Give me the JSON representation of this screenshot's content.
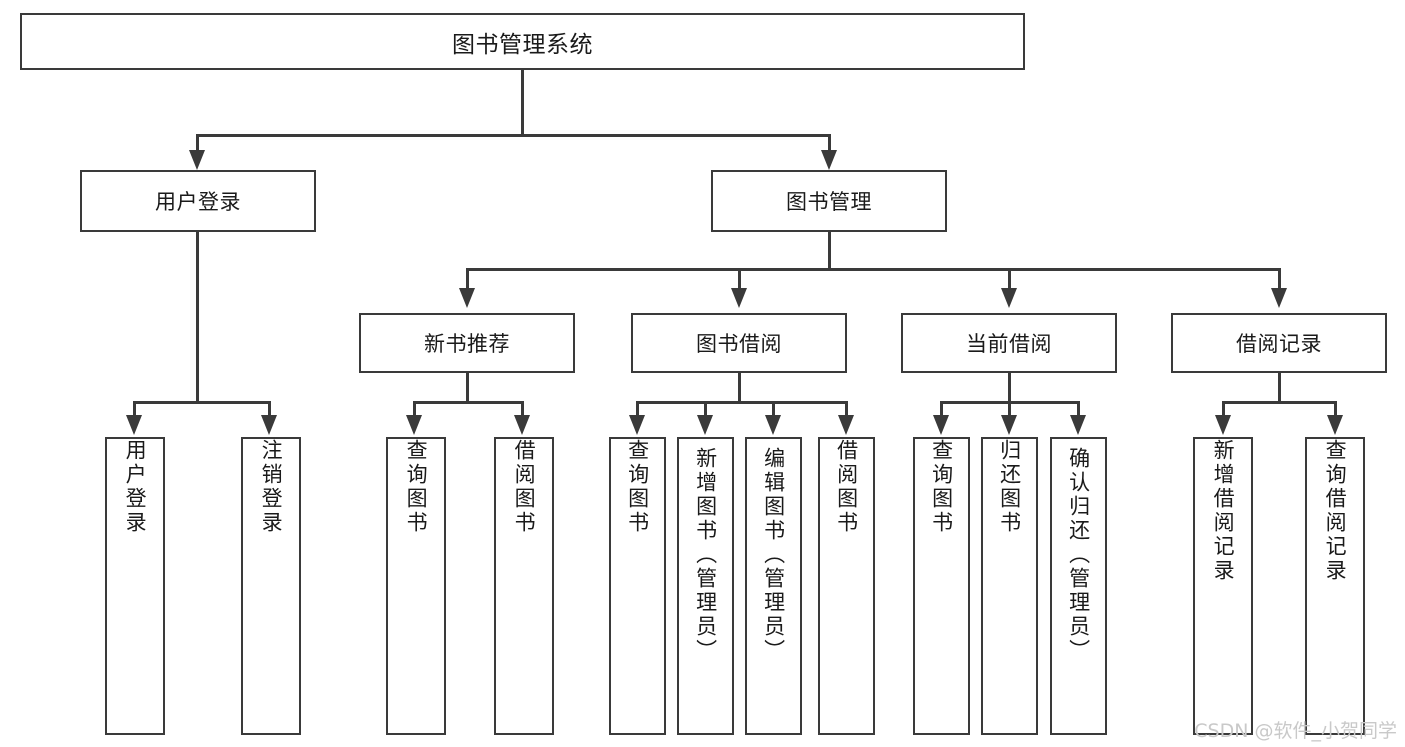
{
  "diagram": {
    "title": "图书管理系统",
    "watermark": "CSDN @软件_小贺同学",
    "root": {
      "label": "图书管理系统"
    },
    "level2": [
      {
        "label": "用户登录"
      },
      {
        "label": "图书管理"
      }
    ],
    "level3": [
      {
        "label": "新书推荐"
      },
      {
        "label": "图书借阅"
      },
      {
        "label": "当前借阅"
      },
      {
        "label": "借阅记录"
      }
    ],
    "leaves": {
      "user_login": [
        {
          "label": "用户登录"
        },
        {
          "label": "注销登录"
        }
      ],
      "new_book": [
        {
          "label": "查询图书"
        },
        {
          "label": "借阅图书"
        }
      ],
      "book_borrow": [
        {
          "label": "查询图书"
        },
        {
          "label": "新增图书（管理员）"
        },
        {
          "label": "编辑图书（管理员）"
        },
        {
          "label": "借阅图书"
        }
      ],
      "current_borrow": [
        {
          "label": "查询图书"
        },
        {
          "label": "归还图书"
        },
        {
          "label": "确认归还（管理员）"
        }
      ],
      "borrow_record": [
        {
          "label": "新增借阅记录"
        },
        {
          "label": "查询借阅记录"
        }
      ]
    }
  },
  "colors": {
    "border": "#3a3a3a",
    "text": "#1a1a1a",
    "background": "#ffffff",
    "watermark": "#c9c9c9"
  }
}
